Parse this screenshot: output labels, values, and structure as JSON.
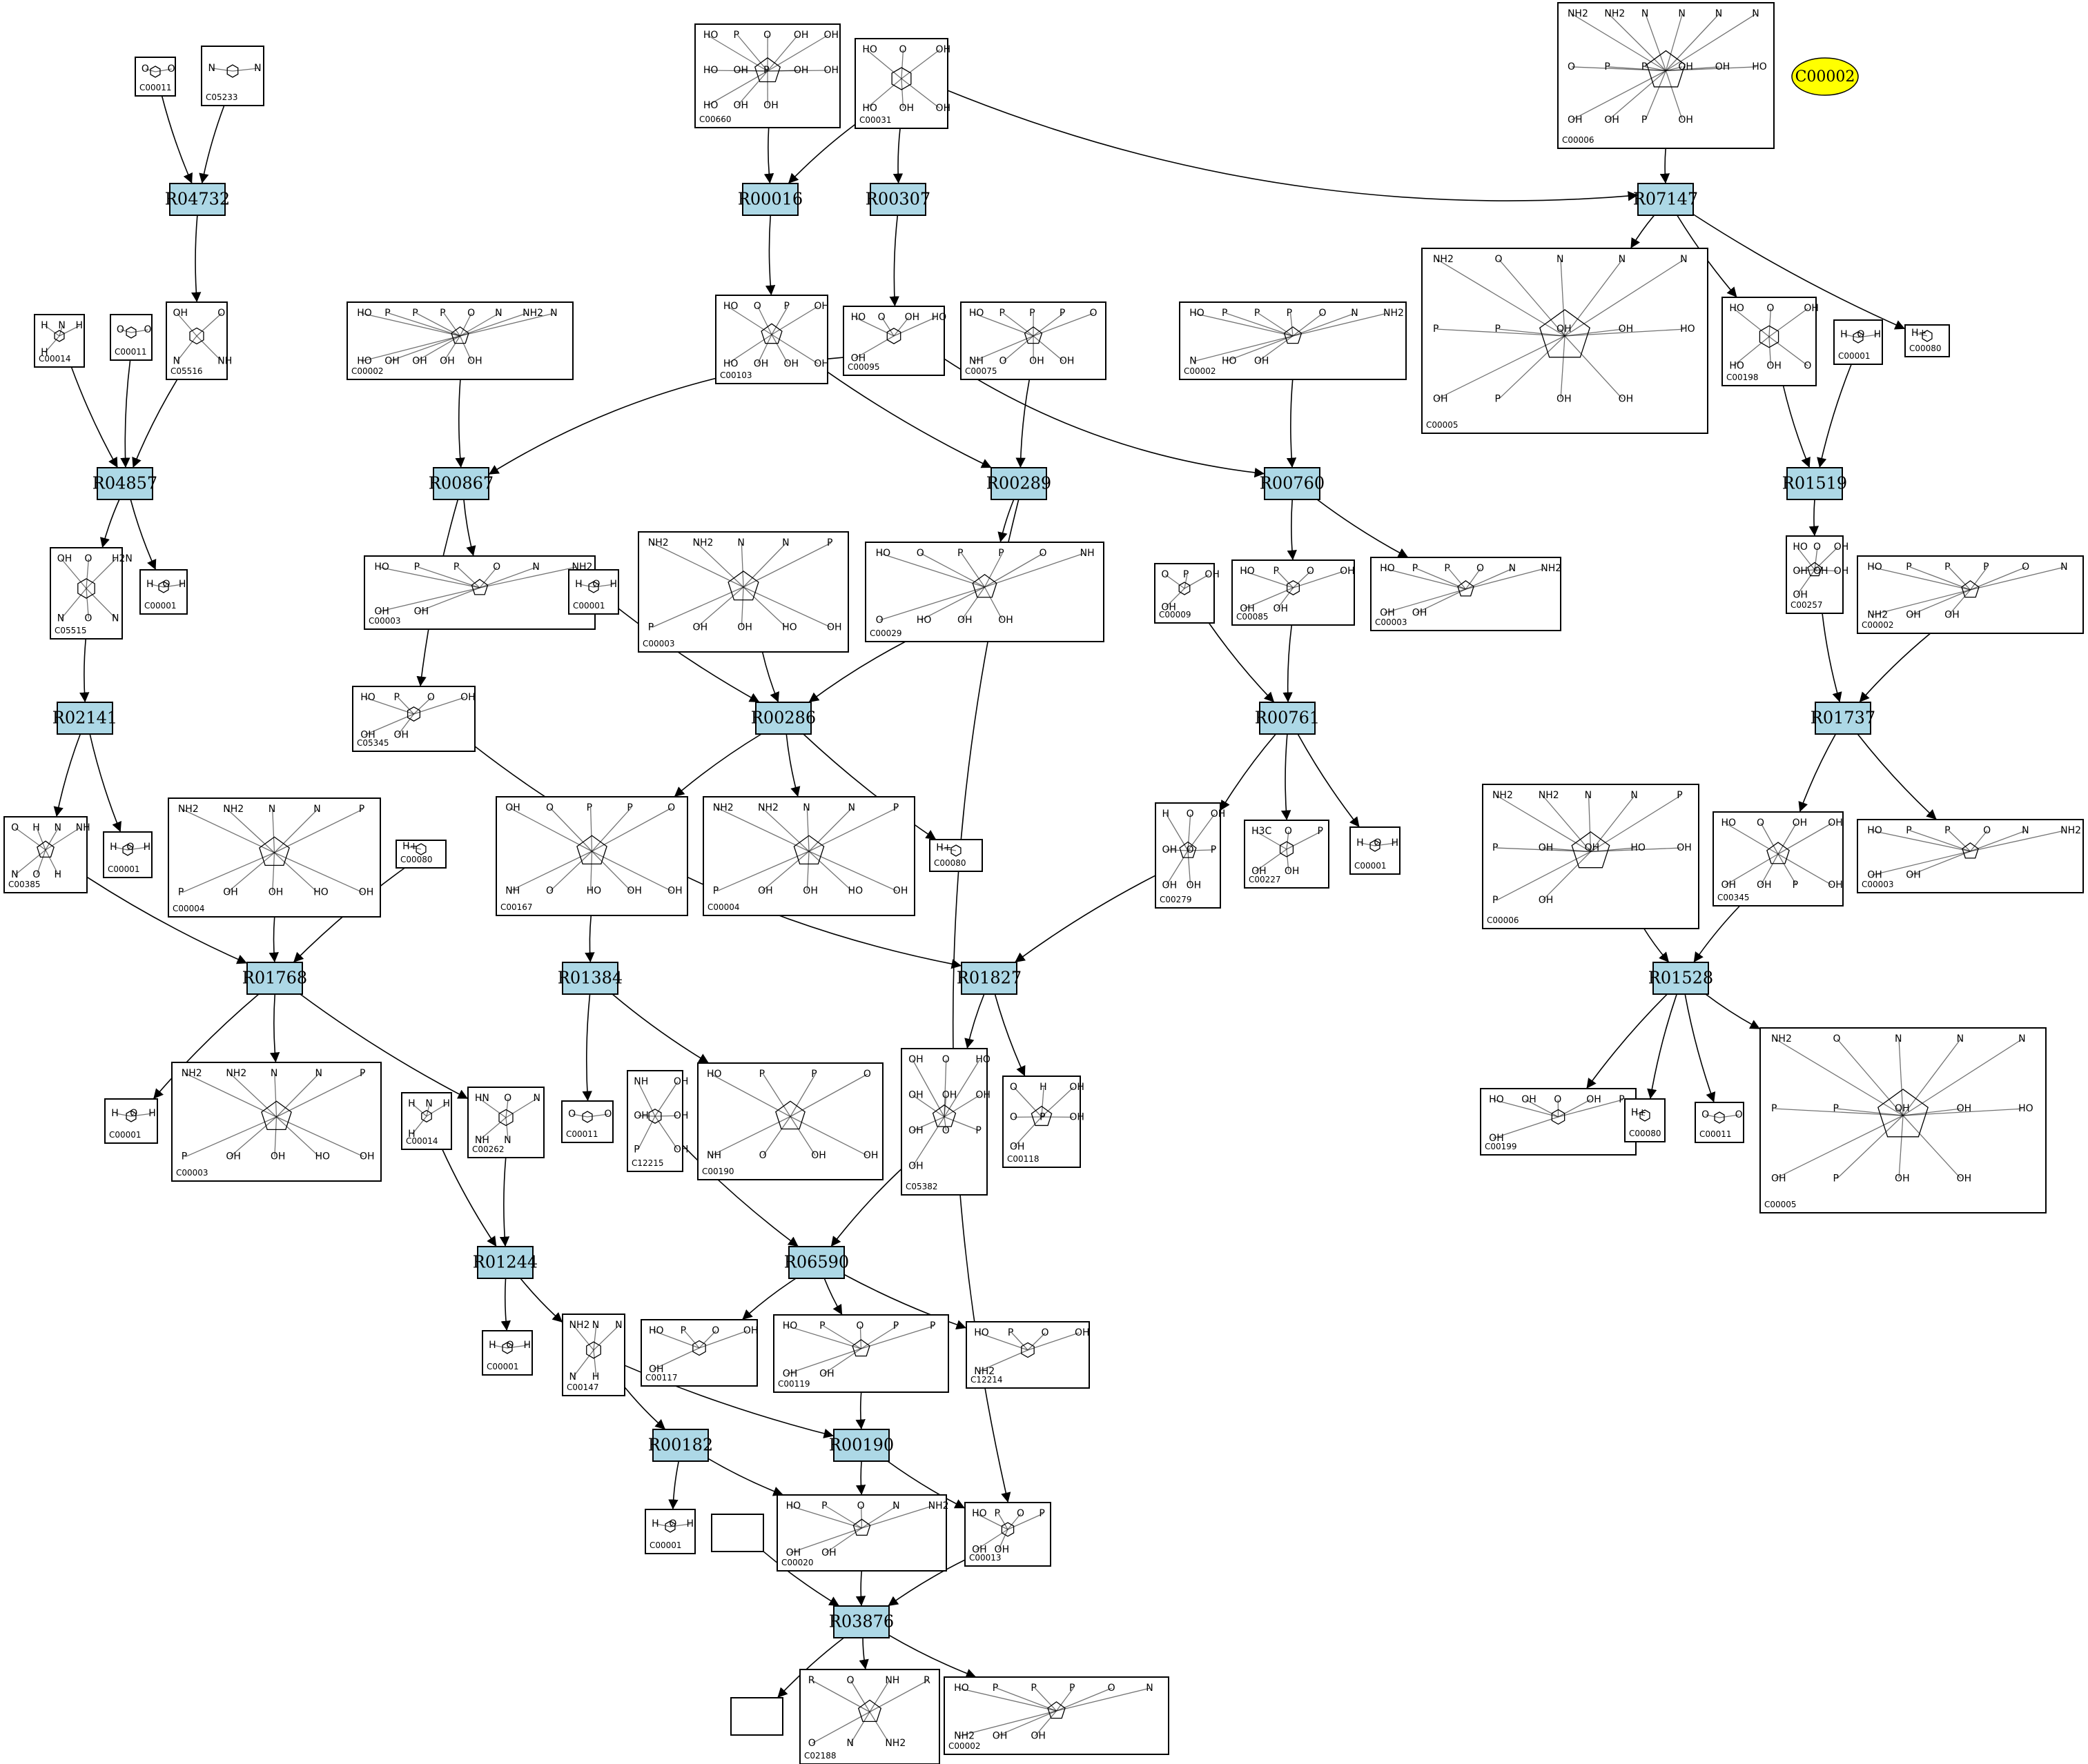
{
  "highlight": {
    "label": "C00002",
    "color": "#ffff00"
  },
  "colors": {
    "reaction_fill": "#add8e6",
    "compound_fill": "#ffffff",
    "edge": "#000000"
  },
  "reactions": [
    "R04732",
    "R00016",
    "R00307",
    "R07147",
    "R04857",
    "R00867",
    "R00289",
    "R00760",
    "R01519",
    "R02141",
    "R00286",
    "R00761",
    "R01737",
    "R01768",
    "R01384",
    "R01827",
    "R01528",
    "R01244",
    "R06590",
    "R00182",
    "R00190",
    "R03876"
  ],
  "compounds": [
    {
      "key": "a1",
      "id": "C00011",
      "atoms": [
        "O",
        "O"
      ]
    },
    {
      "key": "a2",
      "id": "C05233",
      "atoms": [
        "N",
        "N"
      ]
    },
    {
      "key": "a3",
      "id": "C00660",
      "atoms": [
        "HO",
        "P",
        "O",
        "OH",
        "OH",
        "HO",
        "OH",
        "P",
        "OH",
        "OH",
        "HO",
        "OH",
        "OH"
      ]
    },
    {
      "key": "a4",
      "id": "C00031",
      "atoms": [
        "HO",
        "O",
        "OH",
        "HO",
        "OH",
        "OH"
      ]
    },
    {
      "key": "a5",
      "id": "C00006",
      "atoms": [
        "NH2",
        "NH2",
        "N",
        "N",
        "N",
        "N",
        "O",
        "P",
        "P",
        "OH",
        "OH",
        "HO",
        "OH",
        "OH",
        "P",
        "OH"
      ]
    },
    {
      "key": "a6",
      "id": "C00014",
      "atoms": [
        "H",
        "N",
        "H",
        "H"
      ]
    },
    {
      "key": "a7",
      "id": "C00011",
      "atoms": [
        "O",
        "O"
      ]
    },
    {
      "key": "a8",
      "id": "C05516",
      "atoms": [
        "OH",
        "O",
        "N",
        "NH"
      ]
    },
    {
      "key": "a9",
      "id": "C00002",
      "atoms": [
        "HO",
        "P",
        "P",
        "P",
        "O",
        "N",
        "NH2",
        "N",
        "HO",
        "OH",
        "OH",
        "OH",
        "OH"
      ]
    },
    {
      "key": "a10",
      "id": "C00103",
      "atoms": [
        "HO",
        "O",
        "P",
        "OH",
        "HO",
        "OH",
        "OH",
        "OH"
      ]
    },
    {
      "key": "a11",
      "id": "C00095",
      "atoms": [
        "HO",
        "O",
        "OH",
        "HO",
        "OH"
      ]
    },
    {
      "key": "a12",
      "id": "C00075",
      "atoms": [
        "HO",
        "P",
        "P",
        "P",
        "O",
        "NH",
        "O",
        "OH",
        "OH"
      ]
    },
    {
      "key": "a13",
      "id": "C00002",
      "atoms": [
        "HO",
        "P",
        "P",
        "P",
        "O",
        "N",
        "NH2",
        "N",
        "HO",
        "OH"
      ]
    },
    {
      "key": "a14",
      "id": "C00005",
      "atoms": [
        "NH2",
        "O",
        "N",
        "N",
        "N",
        "P",
        "P",
        "OH",
        "OH",
        "HO",
        "OH",
        "P",
        "OH",
        "OH"
      ]
    },
    {
      "key": "a15",
      "id": "C00198",
      "atoms": [
        "HO",
        "O",
        "OH",
        "HO",
        "OH",
        "O"
      ]
    },
    {
      "key": "a16",
      "id": "C00001",
      "atoms": [
        "H",
        "O",
        "H"
      ]
    },
    {
      "key": "a17",
      "id": "C00080",
      "atoms": [
        "H+"
      ]
    },
    {
      "key": "a18",
      "id": "C05515",
      "atoms": [
        "OH",
        "O",
        "H2N",
        "N",
        "O",
        "N"
      ]
    },
    {
      "key": "a19",
      "id": "C00001",
      "atoms": [
        "H",
        "O",
        "H"
      ]
    },
    {
      "key": "a20",
      "id": "C00003",
      "atoms": [
        "HO",
        "P",
        "P",
        "O",
        "N",
        "NH2",
        "OH",
        "OH"
      ]
    },
    {
      "key": "a21",
      "id": "C00001",
      "atoms": [
        "H",
        "O",
        "H"
      ]
    },
    {
      "key": "a22",
      "id": "C00003",
      "atoms": [
        "NH2",
        "NH2",
        "N",
        "N",
        "P",
        "P",
        "OH",
        "OH",
        "HO",
        "OH"
      ]
    },
    {
      "key": "a23",
      "id": "C00029",
      "atoms": [
        "HO",
        "O",
        "P",
        "P",
        "O",
        "NH",
        "O",
        "HO",
        "OH",
        "OH"
      ]
    },
    {
      "key": "a24",
      "id": "C00009",
      "atoms": [
        "O",
        "P",
        "OH",
        "OH"
      ]
    },
    {
      "key": "a25",
      "id": "C00085",
      "atoms": [
        "HO",
        "P",
        "O",
        "OH",
        "OH",
        "OH"
      ]
    },
    {
      "key": "a26",
      "id": "C00003",
      "atoms": [
        "HO",
        "P",
        "P",
        "O",
        "N",
        "NH2",
        "OH",
        "OH"
      ]
    },
    {
      "key": "a27",
      "id": "C00257",
      "atoms": [
        "HO",
        "O",
        "OH",
        "OH",
        "OH",
        "OH",
        "OH"
      ]
    },
    {
      "key": "a28",
      "id": "C00002",
      "atoms": [
        "HO",
        "P",
        "P",
        "P",
        "O",
        "N",
        "NH2",
        "OH",
        "OH"
      ]
    },
    {
      "key": "a29",
      "id": "C05345",
      "atoms": [
        "HO",
        "P",
        "O",
        "OH",
        "OH",
        "OH"
      ]
    },
    {
      "key": "a30",
      "id": "C00385",
      "atoms": [
        "O",
        "H",
        "N",
        "NH",
        "N",
        "O",
        "H"
      ]
    },
    {
      "key": "a31",
      "id": "C00001",
      "atoms": [
        "H",
        "O",
        "H"
      ]
    },
    {
      "key": "a32",
      "id": "C00004",
      "atoms": [
        "NH2",
        "NH2",
        "N",
        "N",
        "P",
        "P",
        "OH",
        "OH",
        "HO",
        "OH"
      ]
    },
    {
      "key": "a33",
      "id": "C00080",
      "atoms": [
        "H+"
      ]
    },
    {
      "key": "a34",
      "id": "C00167",
      "atoms": [
        "OH",
        "O",
        "P",
        "P",
        "O",
        "NH",
        "O",
        "HO",
        "OH",
        "OH"
      ]
    },
    {
      "key": "a35",
      "id": "C00004",
      "atoms": [
        "NH2",
        "NH2",
        "N",
        "N",
        "P",
        "P",
        "OH",
        "OH",
        "HO",
        "OH"
      ]
    },
    {
      "key": "a36",
      "id": "C00080",
      "atoms": [
        "H+"
      ]
    },
    {
      "key": "a37",
      "id": "C00279",
      "atoms": [
        "H",
        "O",
        "OH",
        "OH",
        "O",
        "P",
        "OH",
        "OH"
      ]
    },
    {
      "key": "a38",
      "id": "C00227",
      "atoms": [
        "H3C",
        "O",
        "P",
        "OH",
        "OH"
      ]
    },
    {
      "key": "a39",
      "id": "C00001",
      "atoms": [
        "H",
        "O",
        "H"
      ]
    },
    {
      "key": "a40",
      "id": "C00006",
      "atoms": [
        "NH2",
        "NH2",
        "N",
        "N",
        "P",
        "P",
        "OH",
        "OH",
        "HO",
        "OH",
        "P",
        "OH"
      ]
    },
    {
      "key": "a41",
      "id": "C00345",
      "atoms": [
        "HO",
        "O",
        "OH",
        "OH",
        "OH",
        "OH",
        "P",
        "OH"
      ]
    },
    {
      "key": "a42",
      "id": "C00003",
      "atoms": [
        "HO",
        "P",
        "P",
        "O",
        "N",
        "NH2",
        "OH",
        "OH"
      ]
    },
    {
      "key": "a43",
      "id": "C00001",
      "atoms": [
        "H",
        "O",
        "H"
      ]
    },
    {
      "key": "a44",
      "id": "C00003",
      "atoms": [
        "NH2",
        "NH2",
        "N",
        "N",
        "P",
        "P",
        "OH",
        "OH",
        "HO",
        "OH"
      ]
    },
    {
      "key": "a45",
      "id": "C00014",
      "atoms": [
        "H",
        "N",
        "H",
        "H"
      ]
    },
    {
      "key": "a46",
      "id": "C00262",
      "atoms": [
        "HN",
        "O",
        "N",
        "NH",
        "N"
      ]
    },
    {
      "key": "a47",
      "id": "C00011",
      "atoms": [
        "O",
        "O"
      ]
    },
    {
      "key": "a48",
      "id": "C12215",
      "atoms": [
        "NH",
        "OH",
        "OH",
        "OH",
        "P",
        "OH"
      ]
    },
    {
      "key": "a49",
      "id": "C00190",
      "atoms": [
        "HO",
        "P",
        "P",
        "O",
        "NH",
        "O",
        "OH",
        "OH"
      ]
    },
    {
      "key": "a50",
      "id": "C05382",
      "atoms": [
        "OH",
        "O",
        "HO",
        "OH",
        "OH",
        "OH",
        "OH",
        "O",
        "P",
        "OH"
      ]
    },
    {
      "key": "a51",
      "id": "C00118",
      "atoms": [
        "O",
        "H",
        "OH",
        "O",
        "P",
        "OH",
        "OH"
      ]
    },
    {
      "key": "a52",
      "id": "C00199",
      "atoms": [
        "HO",
        "OH",
        "O",
        "OH",
        "P",
        "OH"
      ]
    },
    {
      "key": "a53",
      "id": "C00080",
      "atoms": [
        "H+"
      ]
    },
    {
      "key": "a54",
      "id": "C00011",
      "atoms": [
        "O",
        "O"
      ]
    },
    {
      "key": "a55",
      "id": "C00005",
      "atoms": [
        "NH2",
        "O",
        "N",
        "N",
        "N",
        "P",
        "P",
        "OH",
        "OH",
        "HO",
        "OH",
        "P",
        "OH",
        "OH"
      ]
    },
    {
      "key": "a56",
      "id": "C00001",
      "atoms": [
        "H",
        "O",
        "H"
      ]
    },
    {
      "key": "a57",
      "id": "C00147",
      "atoms": [
        "NH2",
        "N",
        "N",
        "N",
        "H"
      ]
    },
    {
      "key": "a58",
      "id": "C00117",
      "atoms": [
        "HO",
        "P",
        "O",
        "OH",
        "OH"
      ]
    },
    {
      "key": "a59",
      "id": "C00119",
      "atoms": [
        "HO",
        "P",
        "O",
        "P",
        "P",
        "OH",
        "OH"
      ]
    },
    {
      "key": "a60",
      "id": "C12214",
      "atoms": [
        "HO",
        "P",
        "O",
        "OH",
        "NH2"
      ]
    },
    {
      "key": "a61",
      "id": "C00001",
      "atoms": [
        "H",
        "O",
        "H"
      ]
    },
    {
      "key": "a62",
      "id": "",
      "atoms": []
    },
    {
      "key": "a63",
      "id": "C00020",
      "atoms": [
        "HO",
        "P",
        "O",
        "N",
        "NH2",
        "OH",
        "OH"
      ]
    },
    {
      "key": "a64",
      "id": "C00013",
      "atoms": [
        "HO",
        "P",
        "O",
        "P",
        "OH",
        "OH"
      ]
    },
    {
      "key": "a65",
      "id": "",
      "atoms": []
    },
    {
      "key": "a66",
      "id": "C02188",
      "atoms": [
        "R",
        "O",
        "NH",
        "R",
        "O",
        "N",
        "NH2"
      ]
    },
    {
      "key": "a67",
      "id": "C00002",
      "atoms": [
        "HO",
        "P",
        "P",
        "P",
        "O",
        "N",
        "NH2",
        "OH",
        "OH"
      ]
    }
  ],
  "edges": [
    [
      "a1",
      "R04732"
    ],
    [
      "a2",
      "R04732"
    ],
    [
      "R04732",
      "a8"
    ],
    [
      "a4",
      "R00016"
    ],
    [
      "a3",
      "R00016"
    ],
    [
      "R00016",
      "a10"
    ],
    [
      "a4",
      "R00307"
    ],
    [
      "R00307",
      "a11"
    ],
    [
      "a4",
      "R07147"
    ],
    [
      "a5",
      "R07147"
    ],
    [
      "R07147",
      "a14"
    ],
    [
      "R07147",
      "a15"
    ],
    [
      "R07147",
      "a17"
    ],
    [
      "a6",
      "R04857"
    ],
    [
      "a7",
      "R04857"
    ],
    [
      "a8",
      "R04857"
    ],
    [
      "R04857",
      "a18"
    ],
    [
      "R04857",
      "a19"
    ],
    [
      "a9",
      "R00867"
    ],
    [
      "a11",
      "R00867"
    ],
    [
      "R00867",
      "a20"
    ],
    [
      "R00867",
      "a29"
    ],
    [
      "a10",
      "R00289"
    ],
    [
      "a12",
      "R00289"
    ],
    [
      "R00289",
      "a23"
    ],
    [
      "R00289",
      "a64"
    ],
    [
      "a11",
      "R00760"
    ],
    [
      "a13",
      "R00760"
    ],
    [
      "R00760",
      "a25"
    ],
    [
      "R00760",
      "a26"
    ],
    [
      "a15",
      "R01519"
    ],
    [
      "a16",
      "R01519"
    ],
    [
      "R01519",
      "a27"
    ],
    [
      "a18",
      "R02141"
    ],
    [
      "R02141",
      "a30"
    ],
    [
      "R02141",
      "a31"
    ],
    [
      "a21",
      "R00286"
    ],
    [
      "a22",
      "R00286"
    ],
    [
      "a23",
      "R00286"
    ],
    [
      "R00286",
      "a34"
    ],
    [
      "R00286",
      "a35"
    ],
    [
      "R00286",
      "a36"
    ],
    [
      "a24",
      "R00761"
    ],
    [
      "a25",
      "R00761"
    ],
    [
      "R00761",
      "a37"
    ],
    [
      "R00761",
      "a38"
    ],
    [
      "R00761",
      "a39"
    ],
    [
      "a27",
      "R01737"
    ],
    [
      "a28",
      "R01737"
    ],
    [
      "R01737",
      "a41"
    ],
    [
      "R01737",
      "a42"
    ],
    [
      "a30",
      "R01768"
    ],
    [
      "a32",
      "R01768"
    ],
    [
      "a33",
      "R01768"
    ],
    [
      "R01768",
      "a43"
    ],
    [
      "R01768",
      "a44"
    ],
    [
      "R01768",
      "a46"
    ],
    [
      "a34",
      "R01384"
    ],
    [
      "R01384",
      "a47"
    ],
    [
      "R01384",
      "a49"
    ],
    [
      "a29",
      "R01827"
    ],
    [
      "a37",
      "R01827"
    ],
    [
      "R01827",
      "a50"
    ],
    [
      "R01827",
      "a51"
    ],
    [
      "a40",
      "R01528"
    ],
    [
      "a41",
      "R01528"
    ],
    [
      "R01528",
      "a52"
    ],
    [
      "R01528",
      "a53"
    ],
    [
      "R01528",
      "a54"
    ],
    [
      "R01528",
      "a55"
    ],
    [
      "a45",
      "R01244"
    ],
    [
      "a46",
      "R01244"
    ],
    [
      "R01244",
      "a56"
    ],
    [
      "R01244",
      "a57"
    ],
    [
      "a48",
      "R06590"
    ],
    [
      "a50",
      "R06590"
    ],
    [
      "R06590",
      "a58"
    ],
    [
      "R06590",
      "a59"
    ],
    [
      "R06590",
      "a60"
    ],
    [
      "a57",
      "R00182"
    ],
    [
      "R00182",
      "a61"
    ],
    [
      "R00182",
      "a63"
    ],
    [
      "a57",
      "R00190"
    ],
    [
      "a59",
      "R00190"
    ],
    [
      "R00190",
      "a63"
    ],
    [
      "R00190",
      "a64"
    ],
    [
      "a62",
      "R03876"
    ],
    [
      "a63",
      "R03876"
    ],
    [
      "a64",
      "R03876"
    ],
    [
      "R03876",
      "a65"
    ],
    [
      "R03876",
      "a66"
    ],
    [
      "R03876",
      "a67"
    ]
  ]
}
